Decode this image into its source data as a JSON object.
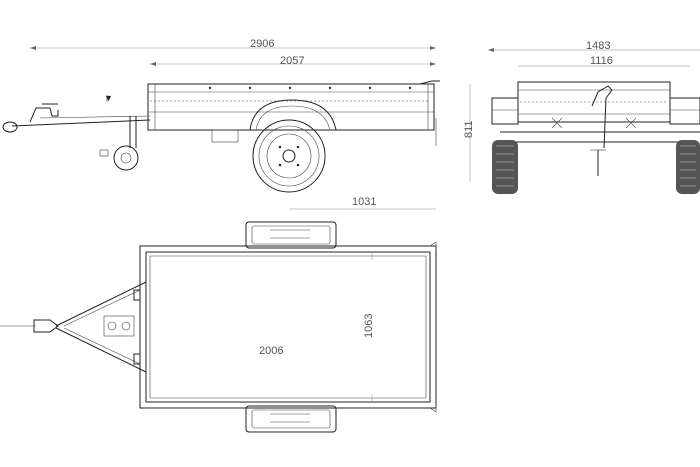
{
  "dimensions": {
    "overall_length": "2906",
    "box_length": "2057",
    "overall_width": "1483",
    "track_width": "1116",
    "height": "811",
    "axle_offset": "1031",
    "inner_length": "2006",
    "inner_width": "1063"
  }
}
